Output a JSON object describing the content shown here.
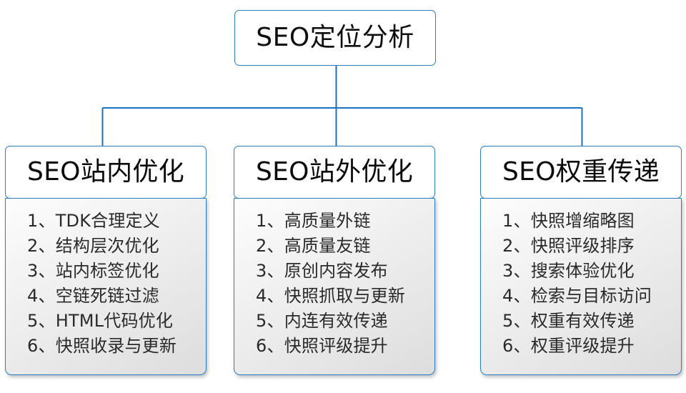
{
  "diagram": {
    "type": "org-tree",
    "root": {
      "label": "SEO定位分析"
    },
    "branch_separator": "、",
    "colors": {
      "border": "#2b7dc4",
      "connector": "#1a72bd",
      "header_fill": "#ffffff",
      "body_fill": "#e8e8e8",
      "text": "#1a1a1a"
    },
    "columns": [
      {
        "header": "SEO站内优化",
        "items": [
          {
            "index": "1",
            "text": "TDK合理定义"
          },
          {
            "index": "2",
            "text": "结构层次优化"
          },
          {
            "index": "3",
            "text": "站内标签优化"
          },
          {
            "index": "4",
            "text": "空链死链过滤"
          },
          {
            "index": "5",
            "text": "HTML代码优化"
          },
          {
            "index": "6",
            "text": "快照收录与更新"
          }
        ]
      },
      {
        "header": "SEO站外优化",
        "items": [
          {
            "index": "1",
            "text": "高质量外链"
          },
          {
            "index": "2",
            "text": "高质量友链"
          },
          {
            "index": "3",
            "text": "原创内容发布"
          },
          {
            "index": "4",
            "text": "快照抓取与更新"
          },
          {
            "index": "5",
            "text": "内连有效传递"
          },
          {
            "index": "6",
            "text": "快照评级提升"
          }
        ]
      },
      {
        "header": "SEO权重传递",
        "items": [
          {
            "index": "1",
            "text": "快照增缩略图"
          },
          {
            "index": "2",
            "text": "快照评级排序"
          },
          {
            "index": "3",
            "text": "搜索体验优化"
          },
          {
            "index": "4",
            "text": "检索与目标访问"
          },
          {
            "index": "5",
            "text": "权重有效传递"
          },
          {
            "index": "6",
            "text": "权重评级提升"
          }
        ]
      }
    ]
  }
}
